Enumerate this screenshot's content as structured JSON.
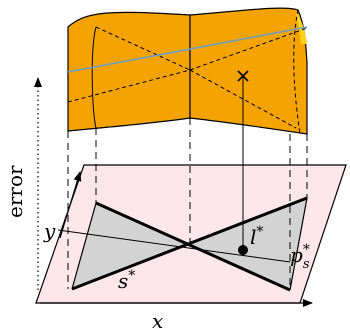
{
  "labels": {
    "error_axis": "error",
    "x_axis": "x",
    "y_axis": "y",
    "l_star": "l",
    "s_star": "s",
    "p_star": "p",
    "p_sub": "s",
    "star": "*"
  },
  "colors": {
    "surface": "#f5a300",
    "surface_highlight": "#ffd21a",
    "plane": "#fde7ea",
    "shaded_region": "#d3d3d3",
    "trend_line": "#6aa0c8"
  },
  "icons": {
    "max_marker": "cross-marker",
    "point_marker": "filled-dot"
  }
}
